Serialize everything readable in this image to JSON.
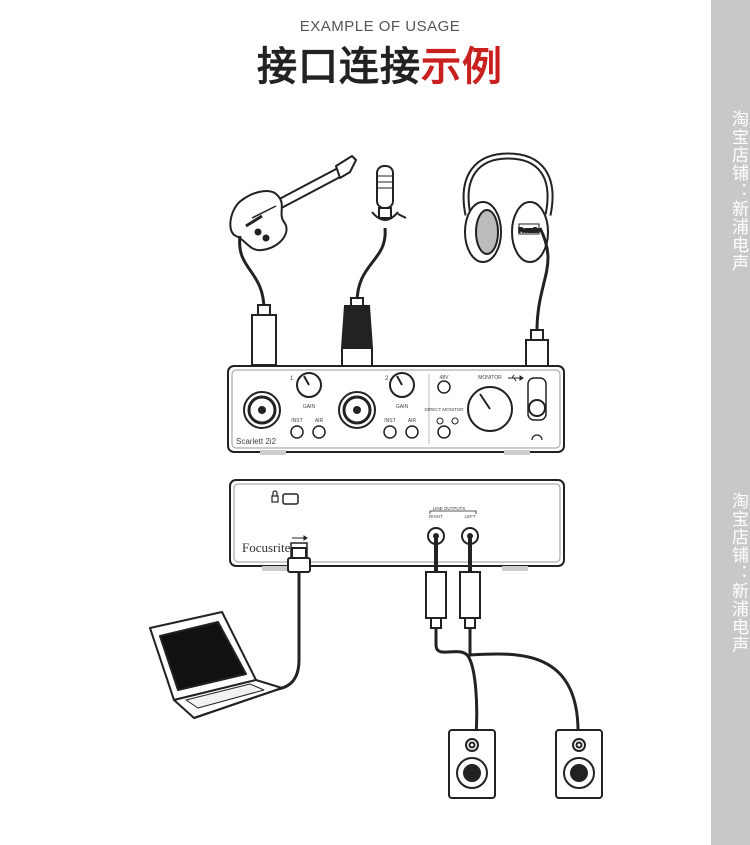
{
  "header": {
    "subtitle": "EXAMPLE OF USAGE",
    "title_main": "接口连接",
    "title_accent": "示例"
  },
  "sidebar": {
    "watermark_top": "淘宝店铺：新浦电声",
    "watermark_bottom": "淘宝店铺：新浦电声"
  },
  "front_panel": {
    "model": "Scarlett 2i2",
    "ch1": "1",
    "ch2": "2",
    "gain": "GAIN",
    "inst": "INST",
    "air": "AIR",
    "phantom": "48V",
    "direct_monitor": "DIRECT MONITOR",
    "monitor": "MONITOR"
  },
  "rear_panel": {
    "brand": "Focusrite",
    "line_outputs": "LINE OUTPUTS",
    "right": "RIGHT",
    "left": "LEFT"
  },
  "headphone_brand": "Focusrite",
  "colors": {
    "accent": "#c8201f",
    "sidebar": "#c8c8c8"
  }
}
